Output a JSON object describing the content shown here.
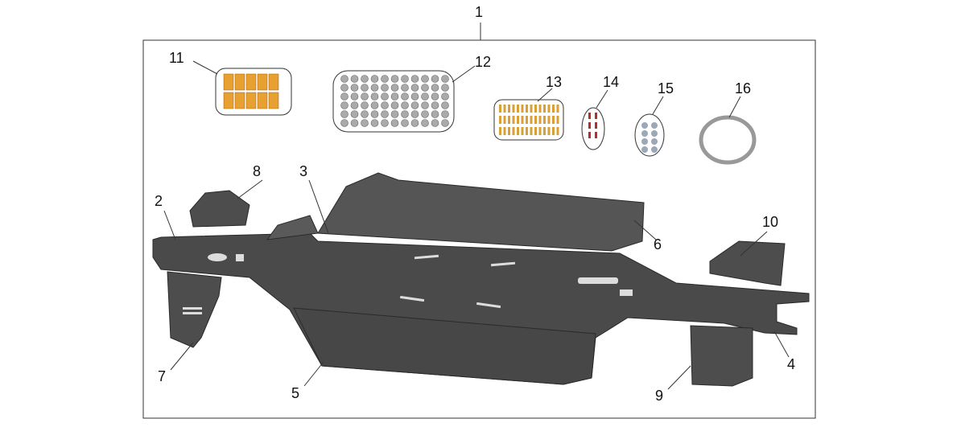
{
  "diagram": {
    "callouts": {
      "assembly": "1",
      "front_plate": "2",
      "center_plate": "3",
      "rear_bracket": "4",
      "left_plate": "5",
      "right_plate": "6",
      "front_left_guard": "7",
      "front_right_guard": "8",
      "rear_left_guard": "9",
      "rear_guard": "10",
      "clip_kit": "11",
      "washer_kit": "12",
      "bolt_kit": "13",
      "screw_kit": "14",
      "nut_kit": "15",
      "ring": "16"
    },
    "colors": {
      "plate": "#4a4a4a",
      "plate_light": "#6a6a6a",
      "frame": "#333333",
      "clip": "#e8a030"
    }
  }
}
